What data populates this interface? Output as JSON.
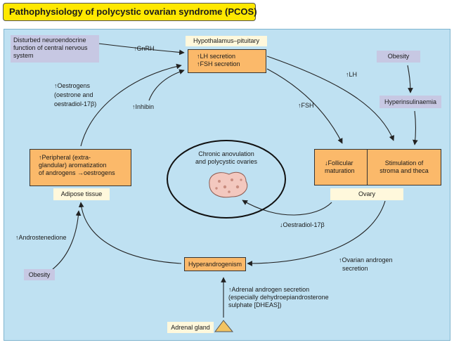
{
  "title": "Pathophysiology of polycystic ovarian syndrome (PCOS)",
  "boxes": {
    "neuro_line1": "Disturbed neuroendocrine",
    "neuro_line2": "function of central nervous",
    "neuro_line3": "system",
    "hypothalamus": "Hypothalamus–pituitary",
    "lh_secretion": "↑LH secretion",
    "fsh_secretion": "↑FSH secretion",
    "obesity_top": "Obesity",
    "hyperinsulinaemia": "Hyperinsulinaemia",
    "aromatization_line1": "↑Peripheral (extra-",
    "aromatization_line2": "glandular) aromatization",
    "aromatization_line3": "of androgens →oestrogens",
    "adipose": "Adipose tissue",
    "chronic_line1": "Chronic anovulation",
    "chronic_line2": "and polycystic ovaries",
    "follicular_line1": "↓Follicular",
    "follicular_line2": "maturation",
    "stroma_line1": "Stimulation of",
    "stroma_line2": "stroma and theca",
    "ovary": "Ovary",
    "hyperandrogenism": "Hyperandrogenism",
    "obesity_bottom": "Obesity",
    "adrenal_gland": "Adrenal gland"
  },
  "labels": {
    "gnrh": "↑GnRH",
    "lh": "↑LH",
    "fsh": "↑FSH",
    "oestrogens_line1": "↑Oestrogens",
    "oestrogens_line2": "(oestrone and",
    "oestrogens_line3": "oestradiol-17β)",
    "inhibin": "↑Inhibin",
    "oestradiol": "↓Oestradiol-17β",
    "androstenedione": "↑Androstenedione",
    "ovarian_line1": "↑Ovarian androgen",
    "ovarian_line2": "secretion",
    "adrenal_line1": "↑Adrenal androgen secretion",
    "adrenal_line2": "(especially dehydroepiandrosterone",
    "adrenal_line3": "sulphate [DHEAS])"
  },
  "colors": {
    "title_bg": "#ffe800",
    "panel_bg": "#bfe1f2",
    "lavender": "#c7c8e3",
    "cream": "#fff8dc",
    "orange": "#fbb96a",
    "ovary_fill": "#f3c8bf"
  },
  "icons": [
    "ovary-illustration",
    "adrenal-triangle-icon"
  ]
}
